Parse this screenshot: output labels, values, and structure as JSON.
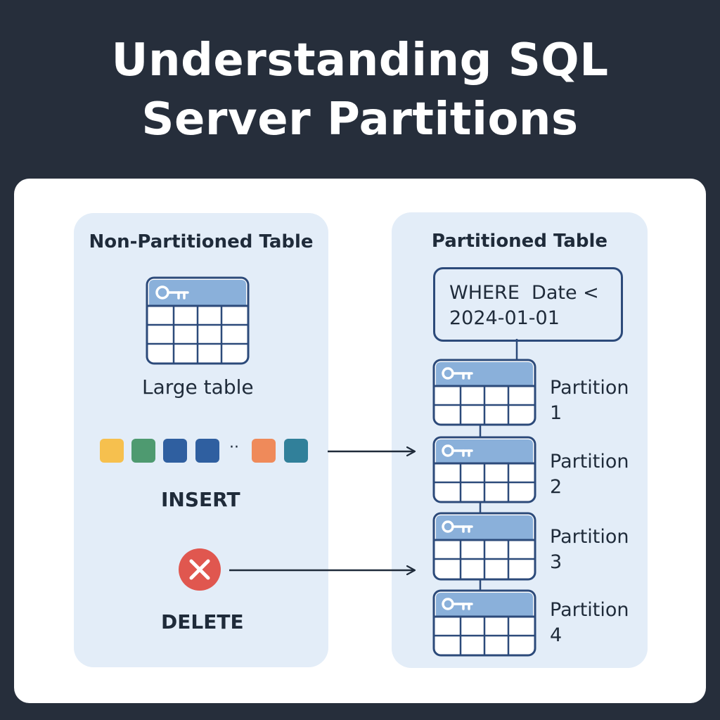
{
  "title": {
    "line1": "Understanding SQL",
    "line2": "Server Partitions"
  },
  "left_panel": {
    "heading": "Non-Partitioned Table",
    "table_caption": "Large table",
    "insert_label": "INSERT",
    "delete_label": "DELETE",
    "ellipsis": "··",
    "data_blocks": [
      {
        "color": "#f6c04e",
        "icon": "data-block"
      },
      {
        "color": "#4e9a70",
        "icon": "data-block"
      },
      {
        "color": "#2f5fa0",
        "icon": "data-block"
      },
      {
        "color": "#2f5fa0",
        "icon": "data-block"
      },
      {
        "color": "#ef8a5a",
        "icon": "data-block"
      },
      {
        "color": "#31809a",
        "icon": "data-block"
      }
    ]
  },
  "right_panel": {
    "heading": "Partitioned Table",
    "where_clause": "WHERE  Date <\n2024-01-01",
    "partitions": [
      {
        "name": "Partition",
        "number": "1"
      },
      {
        "name": "Partition",
        "number": "2"
      },
      {
        "name": "Partition",
        "number": "3"
      },
      {
        "name": "Partition",
        "number": "4"
      }
    ]
  },
  "colors": {
    "background": "#262e3b",
    "panel": "#e3edf8",
    "table_outline": "#2c4a7a",
    "table_header": "#8ab0da",
    "delete_icon": "#e0574f"
  }
}
